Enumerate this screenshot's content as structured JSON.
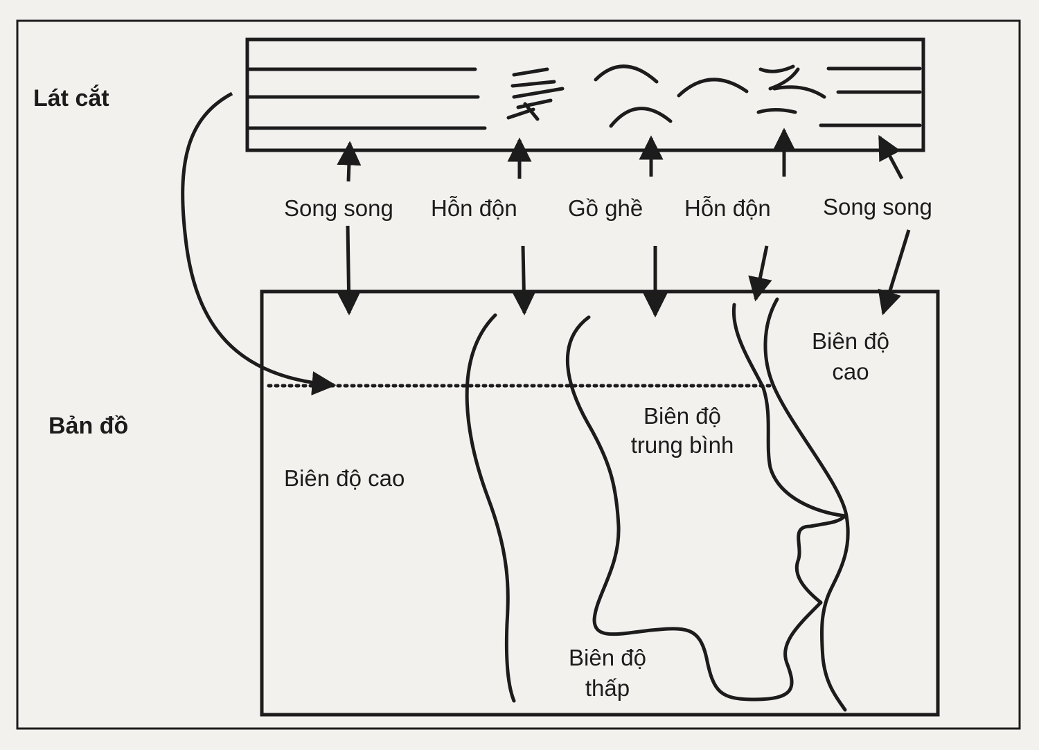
{
  "side_labels": {
    "section": "Lát cắt",
    "map": "Bản đồ"
  },
  "pattern_labels": [
    "Song song",
    "Hỗn độn",
    "Gồ ghề",
    "Hỗn độn",
    "Song song"
  ],
  "zone_labels": {
    "high_left": "Biên độ cao",
    "medium_line1": "Biên độ",
    "medium_line2": "trung bình",
    "high_right_line1": "Biên độ",
    "high_right_line2": "cao",
    "low_line1": "Biên độ",
    "low_line2": "thấp"
  }
}
